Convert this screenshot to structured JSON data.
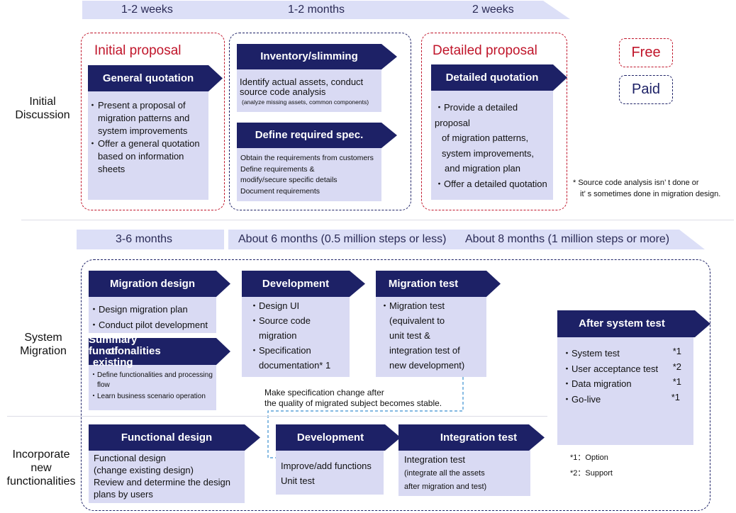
{
  "timeline_top": [
    "1-2 weeks",
    "1-2 months",
    "2 weeks"
  ],
  "timeline_mid": [
    "3-6 months",
    "About 6 months (0.5 million steps or less)",
    "About 8 months (1 million steps or more)"
  ],
  "sections": {
    "initial": "Initial Discussion",
    "migration": "System Migration",
    "incorporate": "Incorporate new functionalities"
  },
  "initial_proposal": {
    "title": "Initial proposal",
    "header": "General quotation",
    "bullets": [
      "Present a proposal of migration patterns and system improvements",
      "Offer a general quotation based on information sheets"
    ]
  },
  "inventory": {
    "header": "Inventory/slimming",
    "text": "Identify actual assets, conduct source code analysis",
    "subtext": "(analyze missing assets, common components)"
  },
  "define_spec": {
    "header": "Define required spec.",
    "lines": [
      "Obtain the requirements from customers",
      "Define requirements &",
      "modify/secure specific details",
      "Document requirements"
    ]
  },
  "detailed_proposal": {
    "title": "Detailed proposal",
    "header": "Detailed quotation",
    "bullet1_lines": [
      "Provide a detailed proposal",
      "of migration patterns,",
      "system improvements,",
      "and migration plan"
    ],
    "bullet2": "Offer a detailed quotation"
  },
  "legend": {
    "free": "Free",
    "paid": "Paid"
  },
  "source_note": [
    "* Source code analysis isn’ t done or",
    "it’ s sometimes done in migration design."
  ],
  "migration_design": {
    "header": "Migration design",
    "bullets": [
      "Design migration plan",
      "Conduct pilot development"
    ]
  },
  "summary_existing": {
    "header_lines": [
      "Summary of existing",
      "functionalities"
    ],
    "bullets": [
      "Define functionalities and processing flow",
      "Learn business scenario operation"
    ]
  },
  "development": {
    "header": "Development",
    "bullets": [
      "Design UI",
      "Source code migration",
      "Specification documentation* 1"
    ]
  },
  "migration_test": {
    "header": "Migration test",
    "bullet_lines": [
      "Migration test",
      "(equivalent to",
      "unit test &",
      "integration test of",
      "new development)"
    ]
  },
  "after_system_test": {
    "header": "After system test",
    "rows": [
      {
        "label": "System test",
        "mark": "*1"
      },
      {
        "label": "User acceptance  test",
        "mark": "*2"
      },
      {
        "label": "Data migration",
        "mark": "*1"
      },
      {
        "label": "Go-live",
        "mark": "*1"
      }
    ]
  },
  "footnotes": [
    "*1：Option",
    "*2：Support"
  ],
  "spec_change_note": [
    "Make specification change after",
    "the quality of migrated subject becomes stable."
  ],
  "functional_design": {
    "header": "Functional design",
    "lines": [
      "Functional design",
      " (change existing design)",
      "Review and determine the design",
      "plans by users"
    ]
  },
  "development_new": {
    "header": "Development",
    "lines": [
      "Improve/add functions",
      "Unit test"
    ]
  },
  "integration_test": {
    "header": "Integration test",
    "line1": "Integration test",
    "sublines": [
      "(integrate all the assets",
      " after migration and test)"
    ]
  },
  "colors": {
    "navy": "#1d2166",
    "panel": "#d9daf3",
    "timeline": "#dcdff7",
    "red": "#c0152a"
  }
}
